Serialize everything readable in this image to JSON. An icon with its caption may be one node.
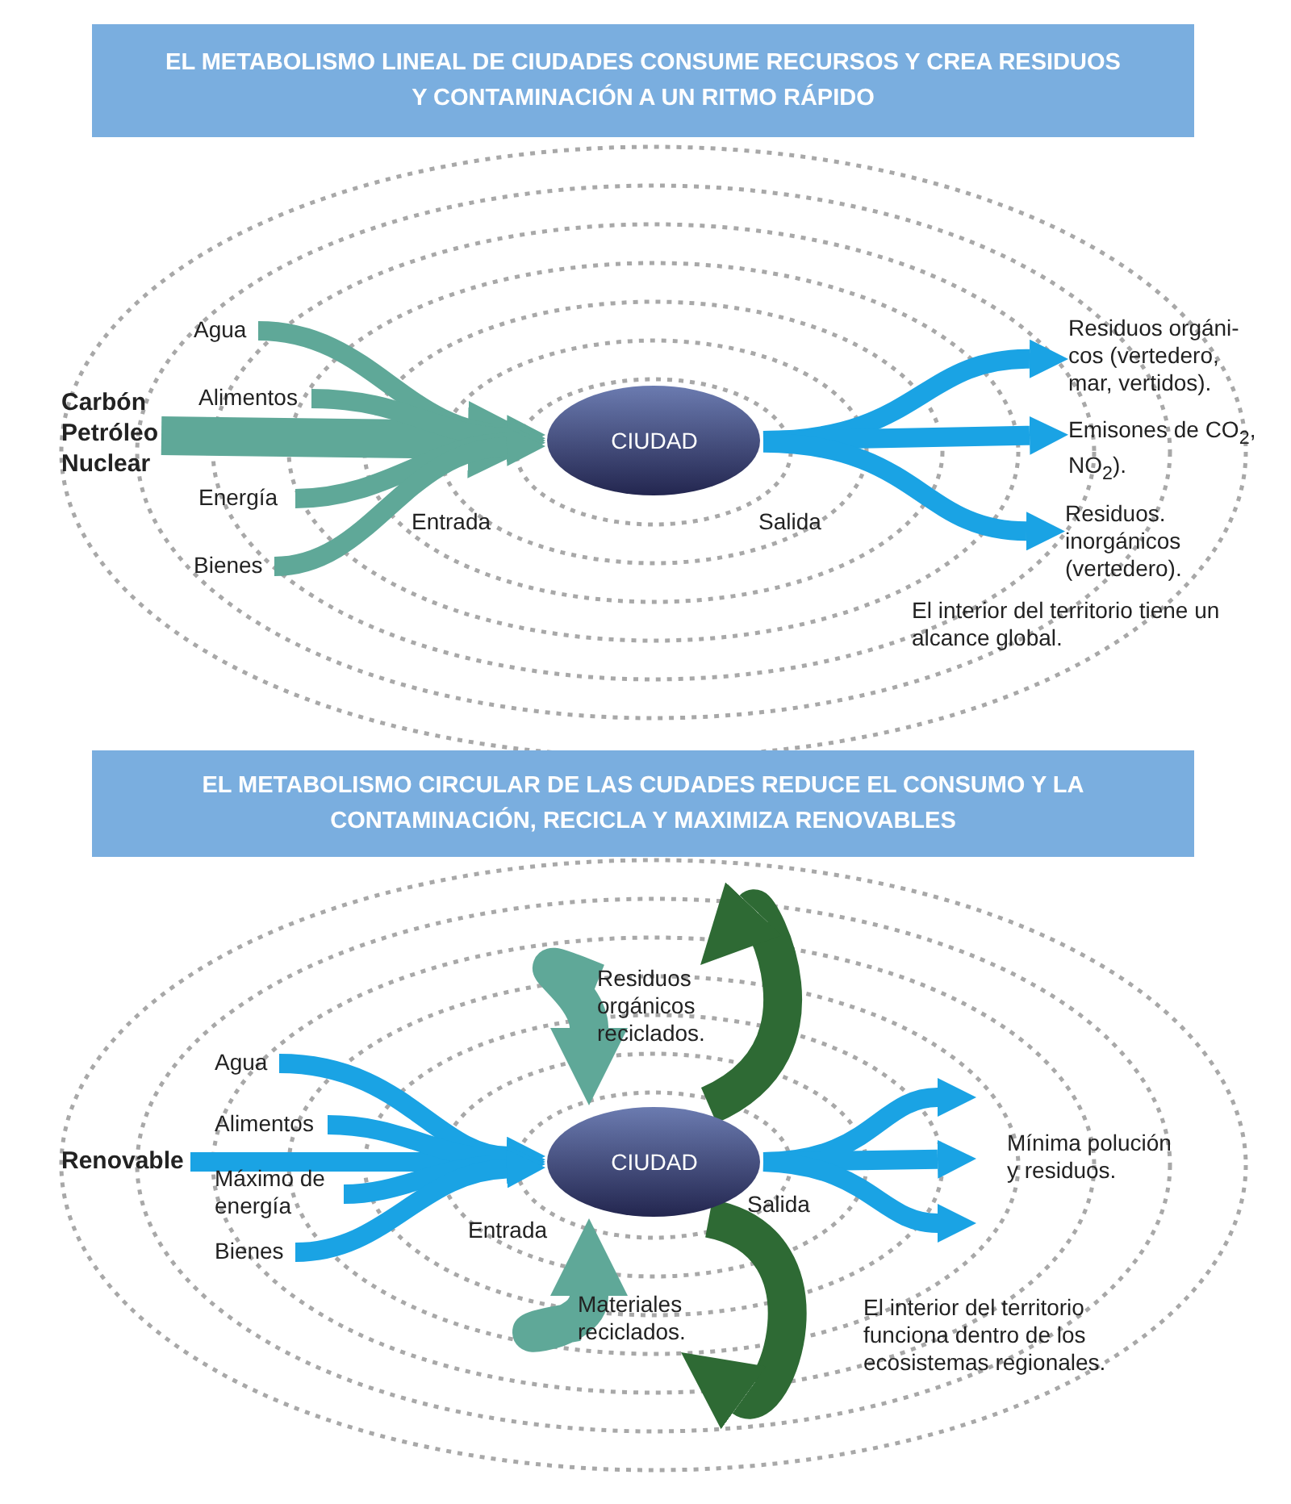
{
  "diagram": {
    "nodes": [
      {
        "text": [
          "EL METABOLISMO LINEAL DE CIUDADES CONSUME RECURSOS Y CREA RESIDUOS Y CONTAMINACIÓN A UN RITMO RÁPIDO"
        ]
      },
      {
        "text": [
          "Carbón Petróleo Nuclear"
        ]
      },
      {
        "text": [
          "Agua"
        ]
      },
      {
        "text": [
          "Alimentos"
        ]
      },
      {
        "text": [
          "Energía"
        ]
      },
      {
        "text": [
          "Bienes"
        ]
      },
      {
        "text": [
          "CIUDAD"
        ]
      },
      {
        "text": [
          "Residuos orgáni-cos (vertedero, mar, vertidos)."
        ]
      },
      {
        "text": [
          "Emisones de CO$_{2}$, NO$_{2}$)."
        ]
      },
      {
        "text": [
          "Residuos. inorgánicos (vertedero)."
        ]
      },
      {
        "text": [
          "EL METABOLISMO CIRCULAR DE LAS CUDADES REDUCE EL CONSUMO Y LA CONTAMINACIÓN, RECICLA  Y MAXIMIZA RENOVABLES"
        ]
      },
      {
        "text": [
          "Renovable"
        ]
      },
      {
        "text": [
          "Agua"
        ]
      },
      {
        "text": [
          "Alimentos"
        ]
      },
      {
        "text": [
          "Máximo de energía"
        ]
      },
      {
        "text": [
          "Bienes"
        ]
      },
      {
        "text": [
          "CIUDAD"
        ]
      },
      {
        "text": [
          "Residuos orgánicos reciclados."
        ]
      },
      {
        "text": [
          "Materiales reciclados."
        ]
      }
    ],
    "edges": [
      {
        "from": 1,
        "to": 6,
        "arrow": "to",
        "style": "thick",
        "color": "#5fa898"
      },
      {
        "from": 2,
        "to": 6,
        "arrow": "to",
        "color": "#5fa898"
      },
      {
        "from": 3,
        "to": 6,
        "arrow": "to",
        "color": "#5fa898"
      },
      {
        "from": 4,
        "to": 6,
        "arrow": "to",
        "color": "#5fa898"
      },
      {
        "from": 5,
        "to": 6,
        "arrow": "to",
        "color": "#5fa898"
      },
      {
        "from": 6,
        "to": 7,
        "arrow": "to"
      },
      {
        "from": 6,
        "to": 8,
        "arrow": "to"
      },
      {
        "from": 6,
        "to": 9,
        "arrow": "to"
      },
      {
        "from": 11,
        "to": 16,
        "arrow": "to"
      },
      {
        "from": 12,
        "to": 16,
        "arrow": "to"
      },
      {
        "from": 13,
        "to": 16,
        "arrow": "to"
      },
      {
        "from": 14,
        "to": 16,
        "arrow": "to"
      },
      {
        "from": 15,
        "to": 16,
        "arrow": "to"
      },
      {
        "from": 16,
        "to": null,
        "arrow": "to"
      },
      {
        "from": 16,
        "to": null,
        "arrow": "to"
      },
      {
        "from": 16,
        "to": null,
        "arrow": "to"
      },
      {
        "from": 16,
        "to": 17,
        "arrow": "to",
        "style": "thick",
        "color": "#2e6a34"
      },
      {
        "from": 17,
        "to": 16,
        "arrow": "to",
        "style": "thick",
        "color": "#5fa898"
      },
      {
        "from": 16,
        "to": 18,
        "arrow": "to",
        "style": "thick",
        "color": "#2e6a34"
      },
      {
        "from": 18,
        "to": 16,
        "arrow": "to",
        "style": "thick",
        "color": "#5fa898"
      }
    ],
    "labels": [
      "Entrada",
      "Salida",
      "El interior del territorio tiene un alcance global.",
      "Entrada",
      "Salida",
      "Mínima polución y residuos.",
      "El interior del territorio funciona dentro de los ecosistemas regionales."
    ]
  }
}
